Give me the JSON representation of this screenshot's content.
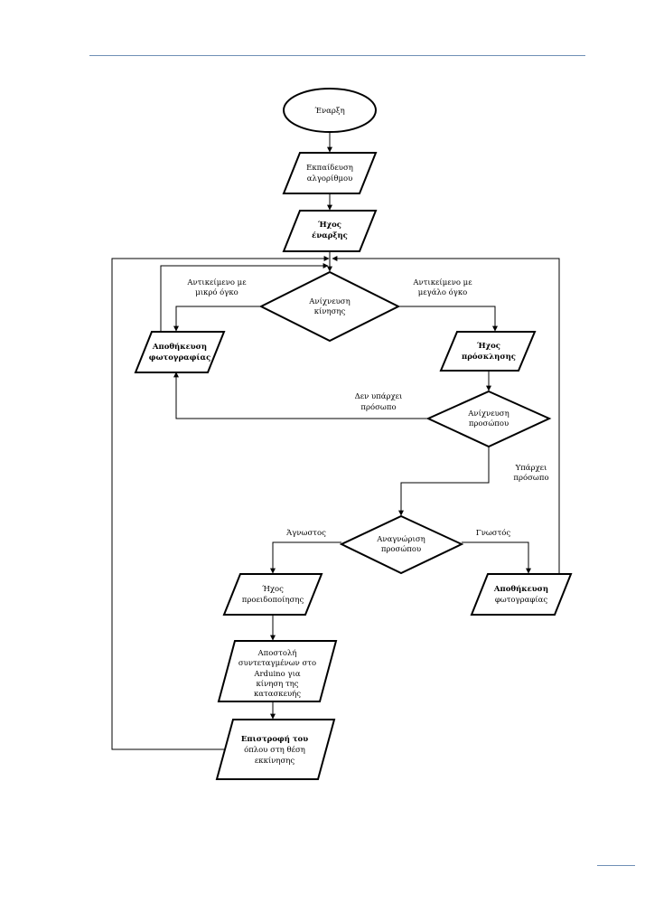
{
  "nodes": {
    "start": "Έναρξη",
    "train_l1": "Εκπαίδευση",
    "train_l2": "αλγορίθμου",
    "start_sound_l1": "Ήχος",
    "start_sound_l2": "έναρξης",
    "motion_detect_l1": "Ανίχνευση",
    "motion_detect_l2": "κίνησης",
    "save_left_l1": "Αποθήκευση",
    "save_left_l2": "φωτογραφίας",
    "invite_sound_l1": "Ήχος",
    "invite_sound_l2": "πρόσκλησης",
    "face_detect_l1": "Ανίχνευση",
    "face_detect_l2": "προσώπου",
    "face_recog_l1": "Αναγνώριση",
    "face_recog_l2": "προσώπου",
    "warning_sound_l1": "Ήχος",
    "warning_sound_l2": "προειδοποίησης",
    "save_right_l1": "Αποθήκευση",
    "save_right_l2": "φωτογραφίας",
    "send_l1": "Αποστολή",
    "send_l2": "συντεταγμένων στο",
    "send_l3a": "Arduino",
    "send_l3b": "για",
    "send_l4": "κίνηση της",
    "send_l5": "κατασκευής",
    "return_l1": "Επιστροφή του",
    "return_l2": "όπλου στη θέση",
    "return_l3": "εκκίνησης"
  },
  "edges": {
    "small_object_l1": "Αντικείμενο με",
    "small_object_l2": "μικρό όγκο",
    "large_object_l1": "Αντικείμενο με",
    "large_object_l2": "μεγάλο όγκο",
    "no_face_l1": "Δεν υπάρχει",
    "no_face_l2": "πρόσωπο",
    "face_exists_l1": "Υπάρχει",
    "face_exists_l2": "πρόσωπο",
    "unknown": "Άγνωστος",
    "known": "Γνωστός"
  }
}
